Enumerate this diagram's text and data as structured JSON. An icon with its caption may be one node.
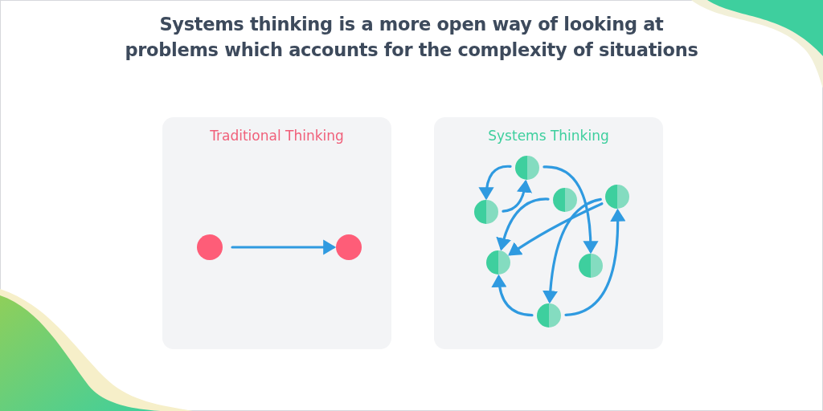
{
  "diagram": {
    "title": "Systems thinking is a more open way of looking at problems which accounts for the complexity of situations",
    "nodes": [
      {
        "text": [
          "Traditional Thinking"
        ]
      },
      {
        "text": [
          "Systems Thinking"
        ]
      },
      {
        "text": [],
        "shape": "circle",
        "in": 0
      },
      {
        "text": [],
        "shape": "circle",
        "in": 0
      },
      {
        "text": [],
        "shape": "circle",
        "in": 1
      },
      {
        "text": [],
        "shape": "circle",
        "in": 1
      },
      {
        "text": [],
        "shape": "circle",
        "in": 1
      },
      {
        "text": [],
        "shape": "circle",
        "in": 1
      },
      {
        "text": [],
        "shape": "circle",
        "in": 1
      },
      {
        "text": [],
        "shape": "circle",
        "in": 1
      },
      {
        "text": [],
        "shape": "circle",
        "in": 1
      }
    ],
    "edges": [
      {
        "from": 2,
        "to": 3,
        "arrow": "to"
      },
      {
        "from": 4,
        "to": 5,
        "arrow": "to"
      },
      {
        "from": 5,
        "to": 4,
        "arrow": "to"
      },
      {
        "from": 4,
        "to": 9,
        "arrow": "to"
      },
      {
        "from": 6,
        "to": 8,
        "arrow": "to"
      },
      {
        "from": 7,
        "to": 8,
        "arrow": "to"
      },
      {
        "from": 7,
        "to": 10,
        "arrow": "to"
      },
      {
        "from": 10,
        "to": 8,
        "arrow": "to"
      },
      {
        "from": 10,
        "to": 7,
        "arrow": "to"
      }
    ]
  }
}
